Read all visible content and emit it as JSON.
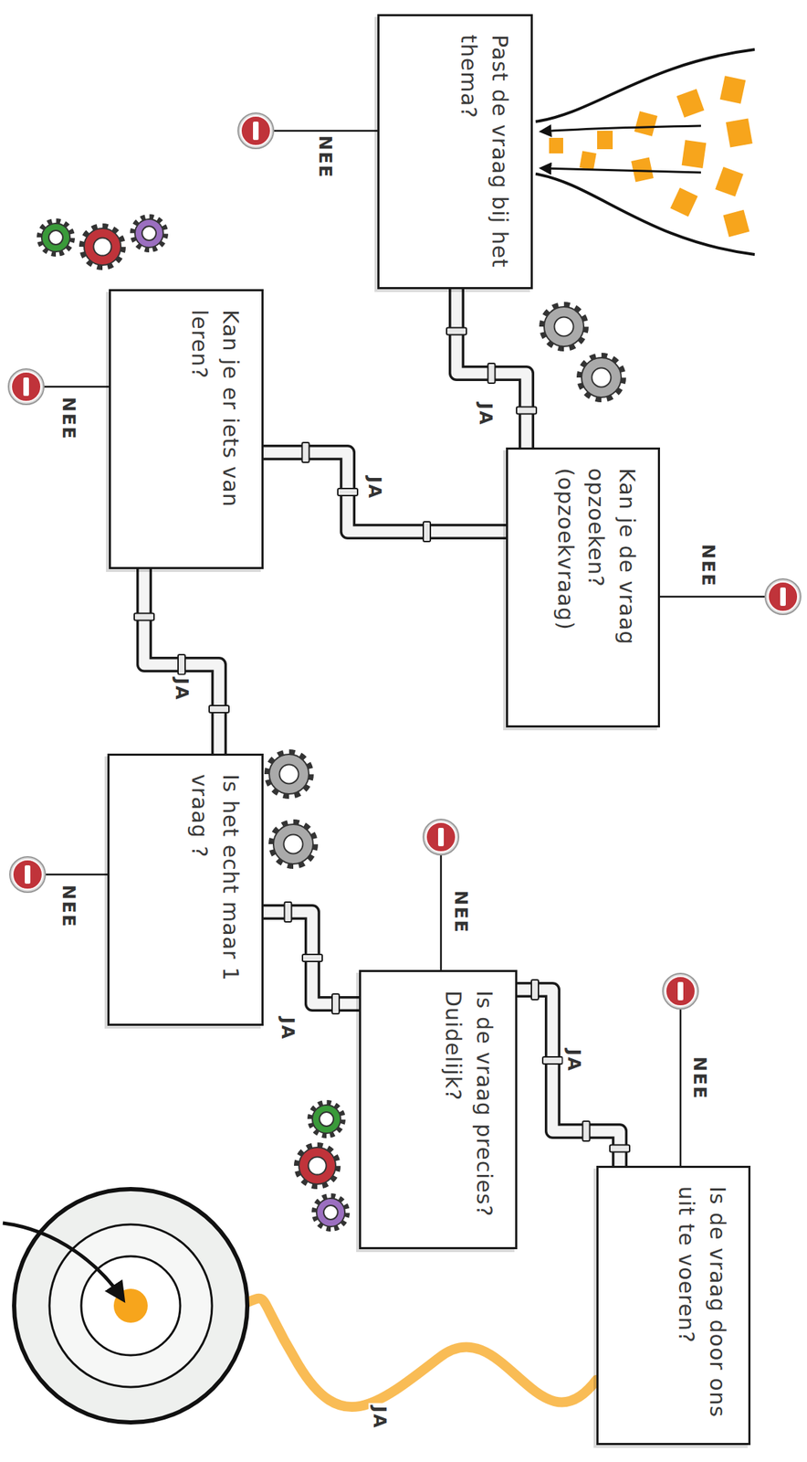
{
  "diagram": {
    "nodes": [
      {
        "text": [
          "Past de vraag bij het thema?"
        ]
      },
      {
        "text": [
          "Kan je de vraag opzoeken? (opzoekvraag)"
        ]
      },
      {
        "text": [
          "Kan je er iets van leren?"
        ]
      },
      {
        "text": [
          "Is het echt maar 1 vraag ?"
        ]
      },
      {
        "text": [
          "Is de vraag precies? Duidelijk?"
        ]
      },
      {
        "text": [
          "Is de vraag door ons uit te voeren?"
        ]
      }
    ],
    "edges": [
      {
        "from": 0,
        "to": 1,
        "arrow": "none",
        "label": "JA"
      },
      {
        "from": 1,
        "to": 2,
        "arrow": "none",
        "label": "JA"
      },
      {
        "from": 2,
        "to": 3,
        "arrow": "none",
        "label": "JA"
      },
      {
        "from": 3,
        "to": 4,
        "arrow": "none",
        "label": "JA"
      },
      {
        "from": 4,
        "to": 5,
        "arrow": "none",
        "label": "JA"
      }
    ],
    "labels": [
      "NEE",
      "NEE",
      "NEE",
      "NEE",
      "NEE",
      "NEE",
      "JA"
    ]
  }
}
